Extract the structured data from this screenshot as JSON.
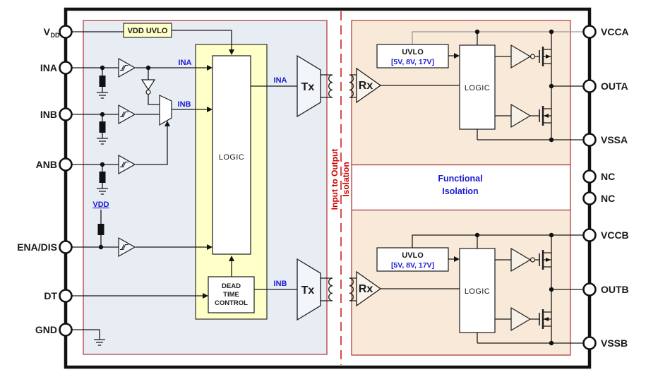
{
  "pins": {
    "left": [
      {
        "label": "V",
        "sub": "DD"
      },
      {
        "label": "INA"
      },
      {
        "label": "INB"
      },
      {
        "label": "ANB"
      },
      {
        "label": "ENA/DIS"
      },
      {
        "label": "DT"
      },
      {
        "label": "GND"
      }
    ],
    "right": [
      "VCCA",
      "OUTA",
      "VSSA",
      "NC",
      "NC",
      "VCCB",
      "OUTB",
      "VSSB"
    ]
  },
  "blocks": {
    "vdd_uvlo": "VDD UVLO",
    "input_logic": "LOGIC",
    "dead_time_line1": "DEAD",
    "dead_time_line2": "TIME",
    "dead_time_line3": "CONTROL",
    "tx": "Tx",
    "rx": "Rx",
    "uvlo": "UVLO",
    "uvlo_range": "[5V, 8V, 17V]",
    "output_logic": "LOGIC"
  },
  "net_labels": {
    "ina": "INA",
    "inb": "INB",
    "vdd": "VDD"
  },
  "isolation": {
    "vertical_line1": "Input to Output",
    "vertical_line2": "Isolation",
    "functional_line1": "Functional",
    "functional_line2": "Isolation"
  },
  "colors": {
    "input_region_fill": "#e8edf4",
    "output_region_fill": "#f8e9d8",
    "uvlo_yellow": "#ffffc8",
    "region_border_red": "#aa3333",
    "isolation_red": "#cc0000",
    "net_label_blue": "#1a1ad1",
    "wire_black": "#1a1a1a",
    "vcca_rail_grey": "#999999"
  }
}
